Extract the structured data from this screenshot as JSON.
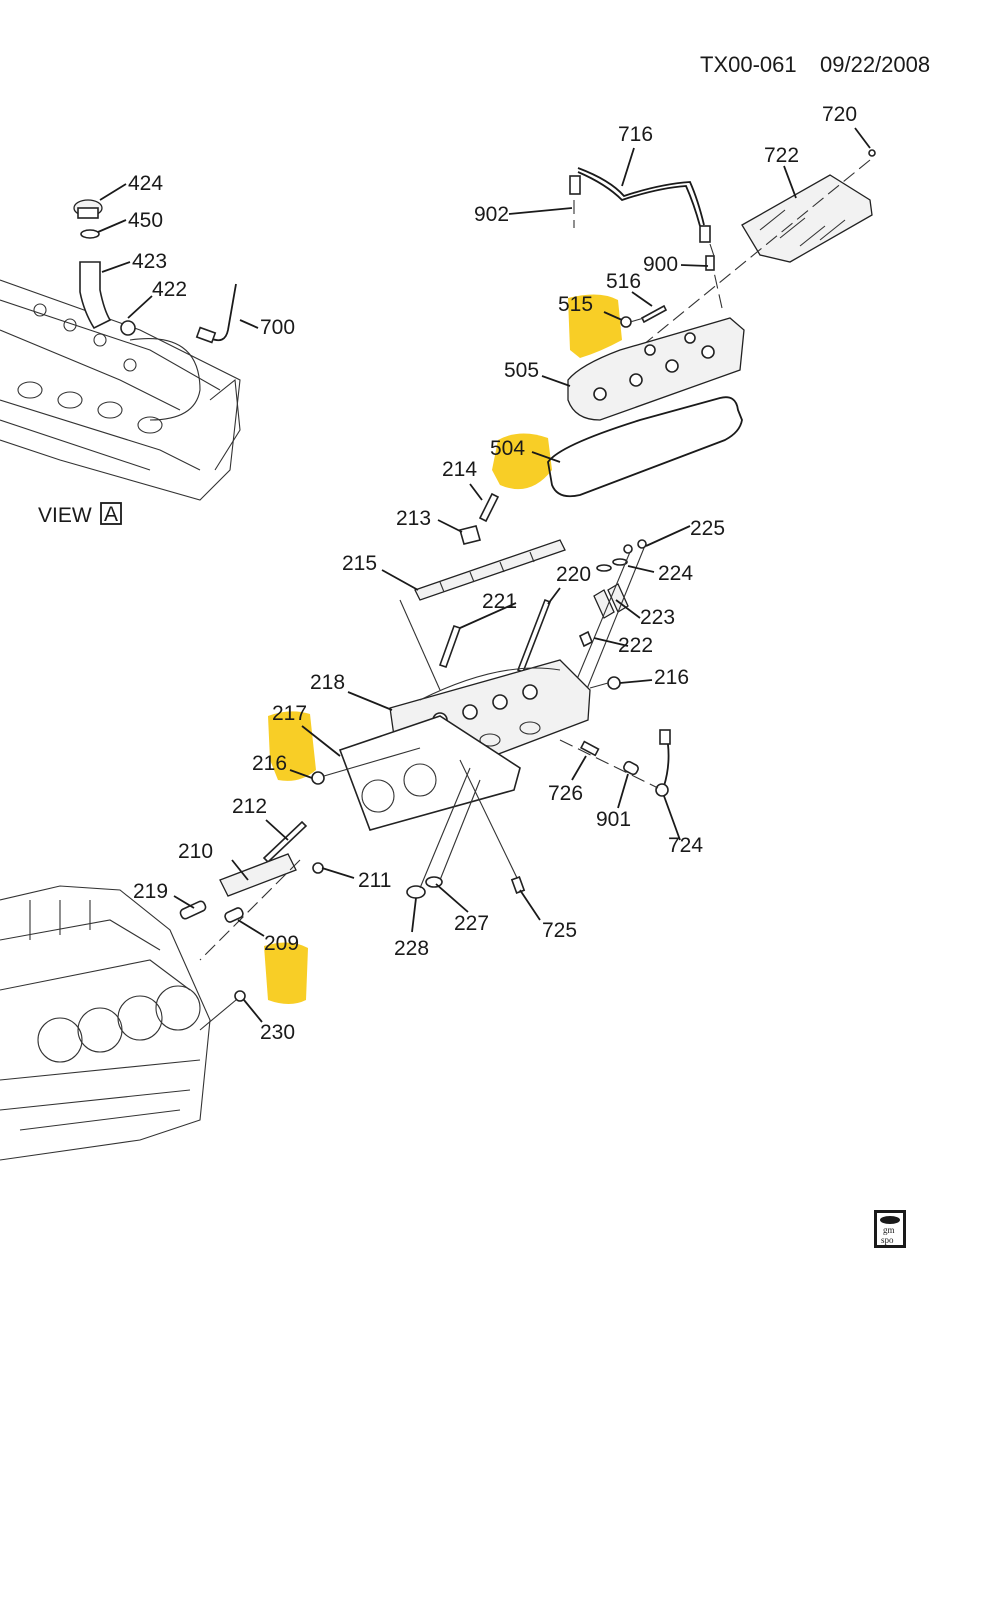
{
  "header": {
    "illustration_id": "TX00-061",
    "date": "09/22/2008"
  },
  "view_label": {
    "text": "VIEW",
    "boxed_letter": "A"
  },
  "callouts": [
    {
      "id": "c424",
      "label": "424",
      "highlighted": false
    },
    {
      "id": "c450",
      "label": "450",
      "highlighted": false
    },
    {
      "id": "c423",
      "label": "423",
      "highlighted": false
    },
    {
      "id": "c422",
      "label": "422",
      "highlighted": false
    },
    {
      "id": "c700",
      "label": "700",
      "highlighted": false
    },
    {
      "id": "c716",
      "label": "716",
      "highlighted": false
    },
    {
      "id": "c720",
      "label": "720",
      "highlighted": false
    },
    {
      "id": "c722",
      "label": "722",
      "highlighted": false
    },
    {
      "id": "c902",
      "label": "902",
      "highlighted": false
    },
    {
      "id": "c900",
      "label": "900",
      "highlighted": false
    },
    {
      "id": "c516",
      "label": "516",
      "highlighted": false
    },
    {
      "id": "c515",
      "label": "515",
      "highlighted": true
    },
    {
      "id": "c505",
      "label": "505",
      "highlighted": false
    },
    {
      "id": "c504",
      "label": "504",
      "highlighted": true
    },
    {
      "id": "c214",
      "label": "214",
      "highlighted": false
    },
    {
      "id": "c213",
      "label": "213",
      "highlighted": false
    },
    {
      "id": "c225",
      "label": "225",
      "highlighted": false
    },
    {
      "id": "c215",
      "label": "215",
      "highlighted": false
    },
    {
      "id": "c220",
      "label": "220",
      "highlighted": false
    },
    {
      "id": "c224",
      "label": "224",
      "highlighted": false
    },
    {
      "id": "c221",
      "label": "221",
      "highlighted": false
    },
    {
      "id": "c223",
      "label": "223",
      "highlighted": false
    },
    {
      "id": "c222",
      "label": "222",
      "highlighted": false
    },
    {
      "id": "c218",
      "label": "218",
      "highlighted": false
    },
    {
      "id": "c216a",
      "label": "216",
      "highlighted": false
    },
    {
      "id": "c217",
      "label": "217",
      "highlighted": true
    },
    {
      "id": "c216b",
      "label": "216",
      "highlighted": false
    },
    {
      "id": "c726",
      "label": "726",
      "highlighted": false
    },
    {
      "id": "c901",
      "label": "901",
      "highlighted": false
    },
    {
      "id": "c724",
      "label": "724",
      "highlighted": false
    },
    {
      "id": "c212",
      "label": "212",
      "highlighted": false
    },
    {
      "id": "c210",
      "label": "210",
      "highlighted": false
    },
    {
      "id": "c211",
      "label": "211",
      "highlighted": false
    },
    {
      "id": "c219",
      "label": "219",
      "highlighted": false
    },
    {
      "id": "c209",
      "label": "209",
      "highlighted": true
    },
    {
      "id": "c227",
      "label": "227",
      "highlighted": false
    },
    {
      "id": "c725",
      "label": "725",
      "highlighted": false
    },
    {
      "id": "c228",
      "label": "228",
      "highlighted": false
    },
    {
      "id": "c230",
      "label": "230",
      "highlighted": false
    }
  ],
  "logo": {
    "line1": "gm",
    "line2": "spo"
  },
  "colors": {
    "highlight": "#f7c600",
    "ink": "#1a1a1a",
    "background": "#ffffff"
  }
}
